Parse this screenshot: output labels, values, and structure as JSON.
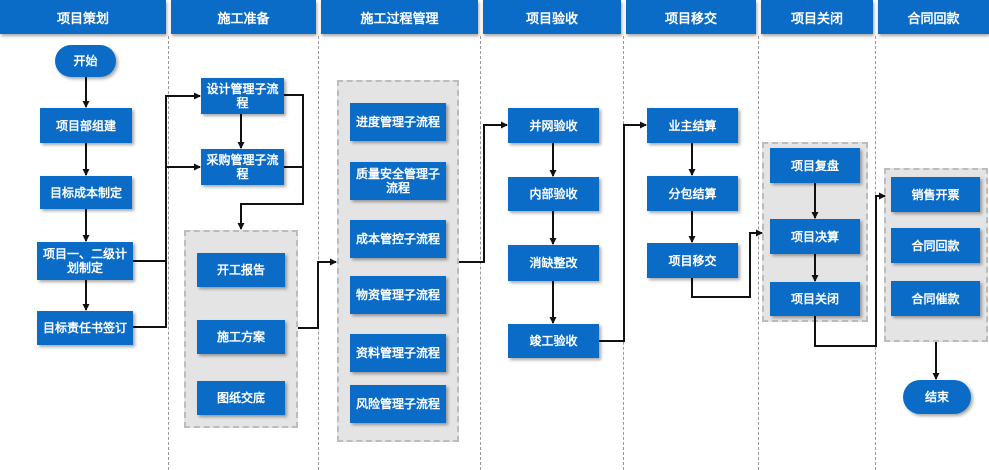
{
  "headers": {
    "plan": "项目策划",
    "prep": "施工准备",
    "process": "施工过程管理",
    "accept": "项目验收",
    "handover": "项目移交",
    "close": "项目关闭",
    "payment": "合同回款"
  },
  "nodes": {
    "start": "开始",
    "dept": "项目部组建",
    "cost_target": "目标成本制定",
    "plan_l12": "项目一、二级计划制定",
    "resp_sign": "目标责任书签订",
    "design_sub": "设计管理子流程",
    "purchase_sub": "采购管理子流程",
    "start_report": "开工报告",
    "construct_plan": "施工方案",
    "drawing_handover": "图纸交底",
    "progress_sub": "进度管理子流程",
    "quality_sub": "质量安全管理子流程",
    "cost_sub": "成本管控子流程",
    "material_sub": "物资管理子流程",
    "docs_sub": "资料管理子流程",
    "risk_sub": "风险管理子流程",
    "grid_accept": "并网验收",
    "internal_accept": "内部验收",
    "defect_fix": "消缺整改",
    "completion_accept": "竣工验收",
    "owner_settle": "业主结算",
    "sub_settle": "分包结算",
    "project_handover": "项目移交",
    "review": "项目复盘",
    "final_accounts": "项目决算",
    "project_close": "项目关闭",
    "invoice": "销售开票",
    "collection": "合同回款",
    "dunning": "合同催款",
    "end": "结束"
  },
  "colors": {
    "box": "#0a6cc6",
    "group": "#e4e4e4",
    "line": "#111111"
  }
}
